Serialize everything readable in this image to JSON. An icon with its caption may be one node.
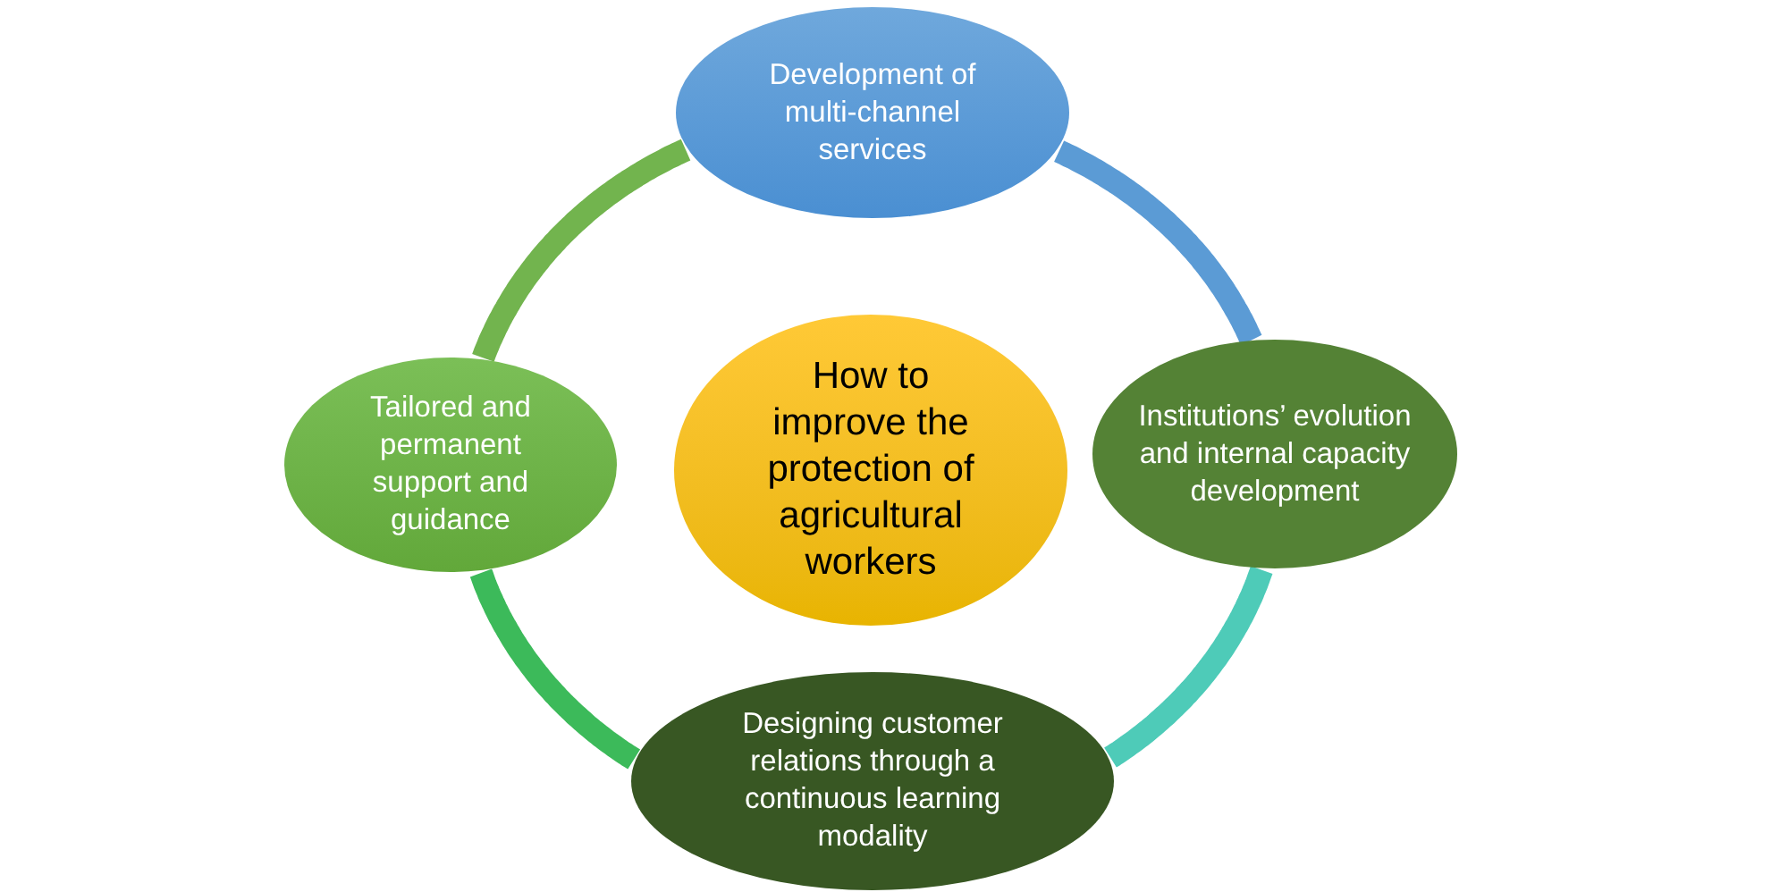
{
  "diagram": {
    "nodes": [
      {
        "text": [
          "How to improve the protection of agricultural workers"
        ]
      },
      {
        "text": [
          "Development of multi-channel services"
        ]
      },
      {
        "text": [
          "Institutions’ evolution and internal capacity development"
        ]
      },
      {
        "text": [
          "Designing customer relations through a continuous learning modality"
        ]
      },
      {
        "text": [
          "Tailored and permanent support and guidance"
        ]
      }
    ],
    "edges": [
      {
        "from": 1,
        "to": 2,
        "arrow": "none",
        "color": "#5b9bd5"
      },
      {
        "from": 2,
        "to": 3,
        "arrow": "none",
        "color": "#4ecbb8"
      },
      {
        "from": 3,
        "to": 4,
        "arrow": "none",
        "color": "#3cba5a"
      },
      {
        "from": 4,
        "to": 1,
        "arrow": "none",
        "color": "#72b44e"
      }
    ]
  }
}
